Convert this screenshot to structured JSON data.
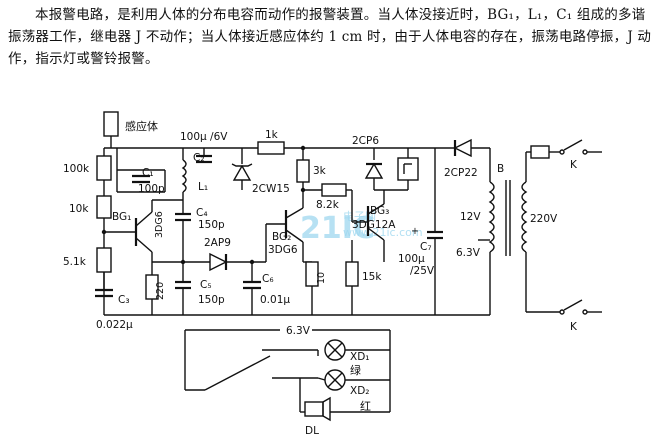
{
  "description": "本报警电路，是利用人体的分布电容而动作的报警装置。当人体没接近时，BG₁，L₁，C₁ 组成的多谐振荡器工作，继电器 J 不动作；当人体接近感应体约 1 cm 时，由于人体电容的存在，振荡电路停振，J 动作，指示灯或警铃报警。",
  "labels": {
    "sensor": "感应体",
    "r_100k": "100k",
    "r_10k": "10k",
    "r_5k1": "5.1k",
    "c3": "C₃",
    "c3_val": "0.022μ",
    "c1": "C₁",
    "c1_val": "100p",
    "l1": "L₁",
    "bg1": "BG₁",
    "bg1_type": "3DG6",
    "c2": "C₂",
    "c2_val": "100μ /6V",
    "r_1k": "1k",
    "c4": "C₄",
    "c4_val": "150p",
    "dz": "2CW15",
    "d_2ap9": "2AP9",
    "r_220": "220",
    "c5": "C₅",
    "c5_val": "150p",
    "c6": "C₆",
    "c6_val": "0.01μ",
    "r_3k": "3k",
    "bg2": "BG₂",
    "bg2_type": "3DG6",
    "r_8k2": "8.2k",
    "r_10": "10",
    "bg3": "BG₃",
    "bg3_type": "3DG12A",
    "r_15k": "15k",
    "d_2cp6": "2CP6",
    "c7": "C₇",
    "c7_val": "100μ",
    "c7_v": "/25V",
    "d_2cp22": "2CP22",
    "v12": "12V",
    "v6_3": "6.3V",
    "b": "B",
    "v220": "220V",
    "k_top": "K",
    "k_bot": "K",
    "v6_3_bottom": "6.3V",
    "xd1": "XD₁",
    "xd1_color": "绿",
    "xd2": "XD₂",
    "xd2_color": "红",
    "dl": "DL"
  },
  "watermark": {
    "main": "21IC",
    "sub": "电子网",
    "url": "www.21ic.com"
  },
  "colors": {
    "ink": "#111111",
    "watermark": "#9fd8f0"
  }
}
